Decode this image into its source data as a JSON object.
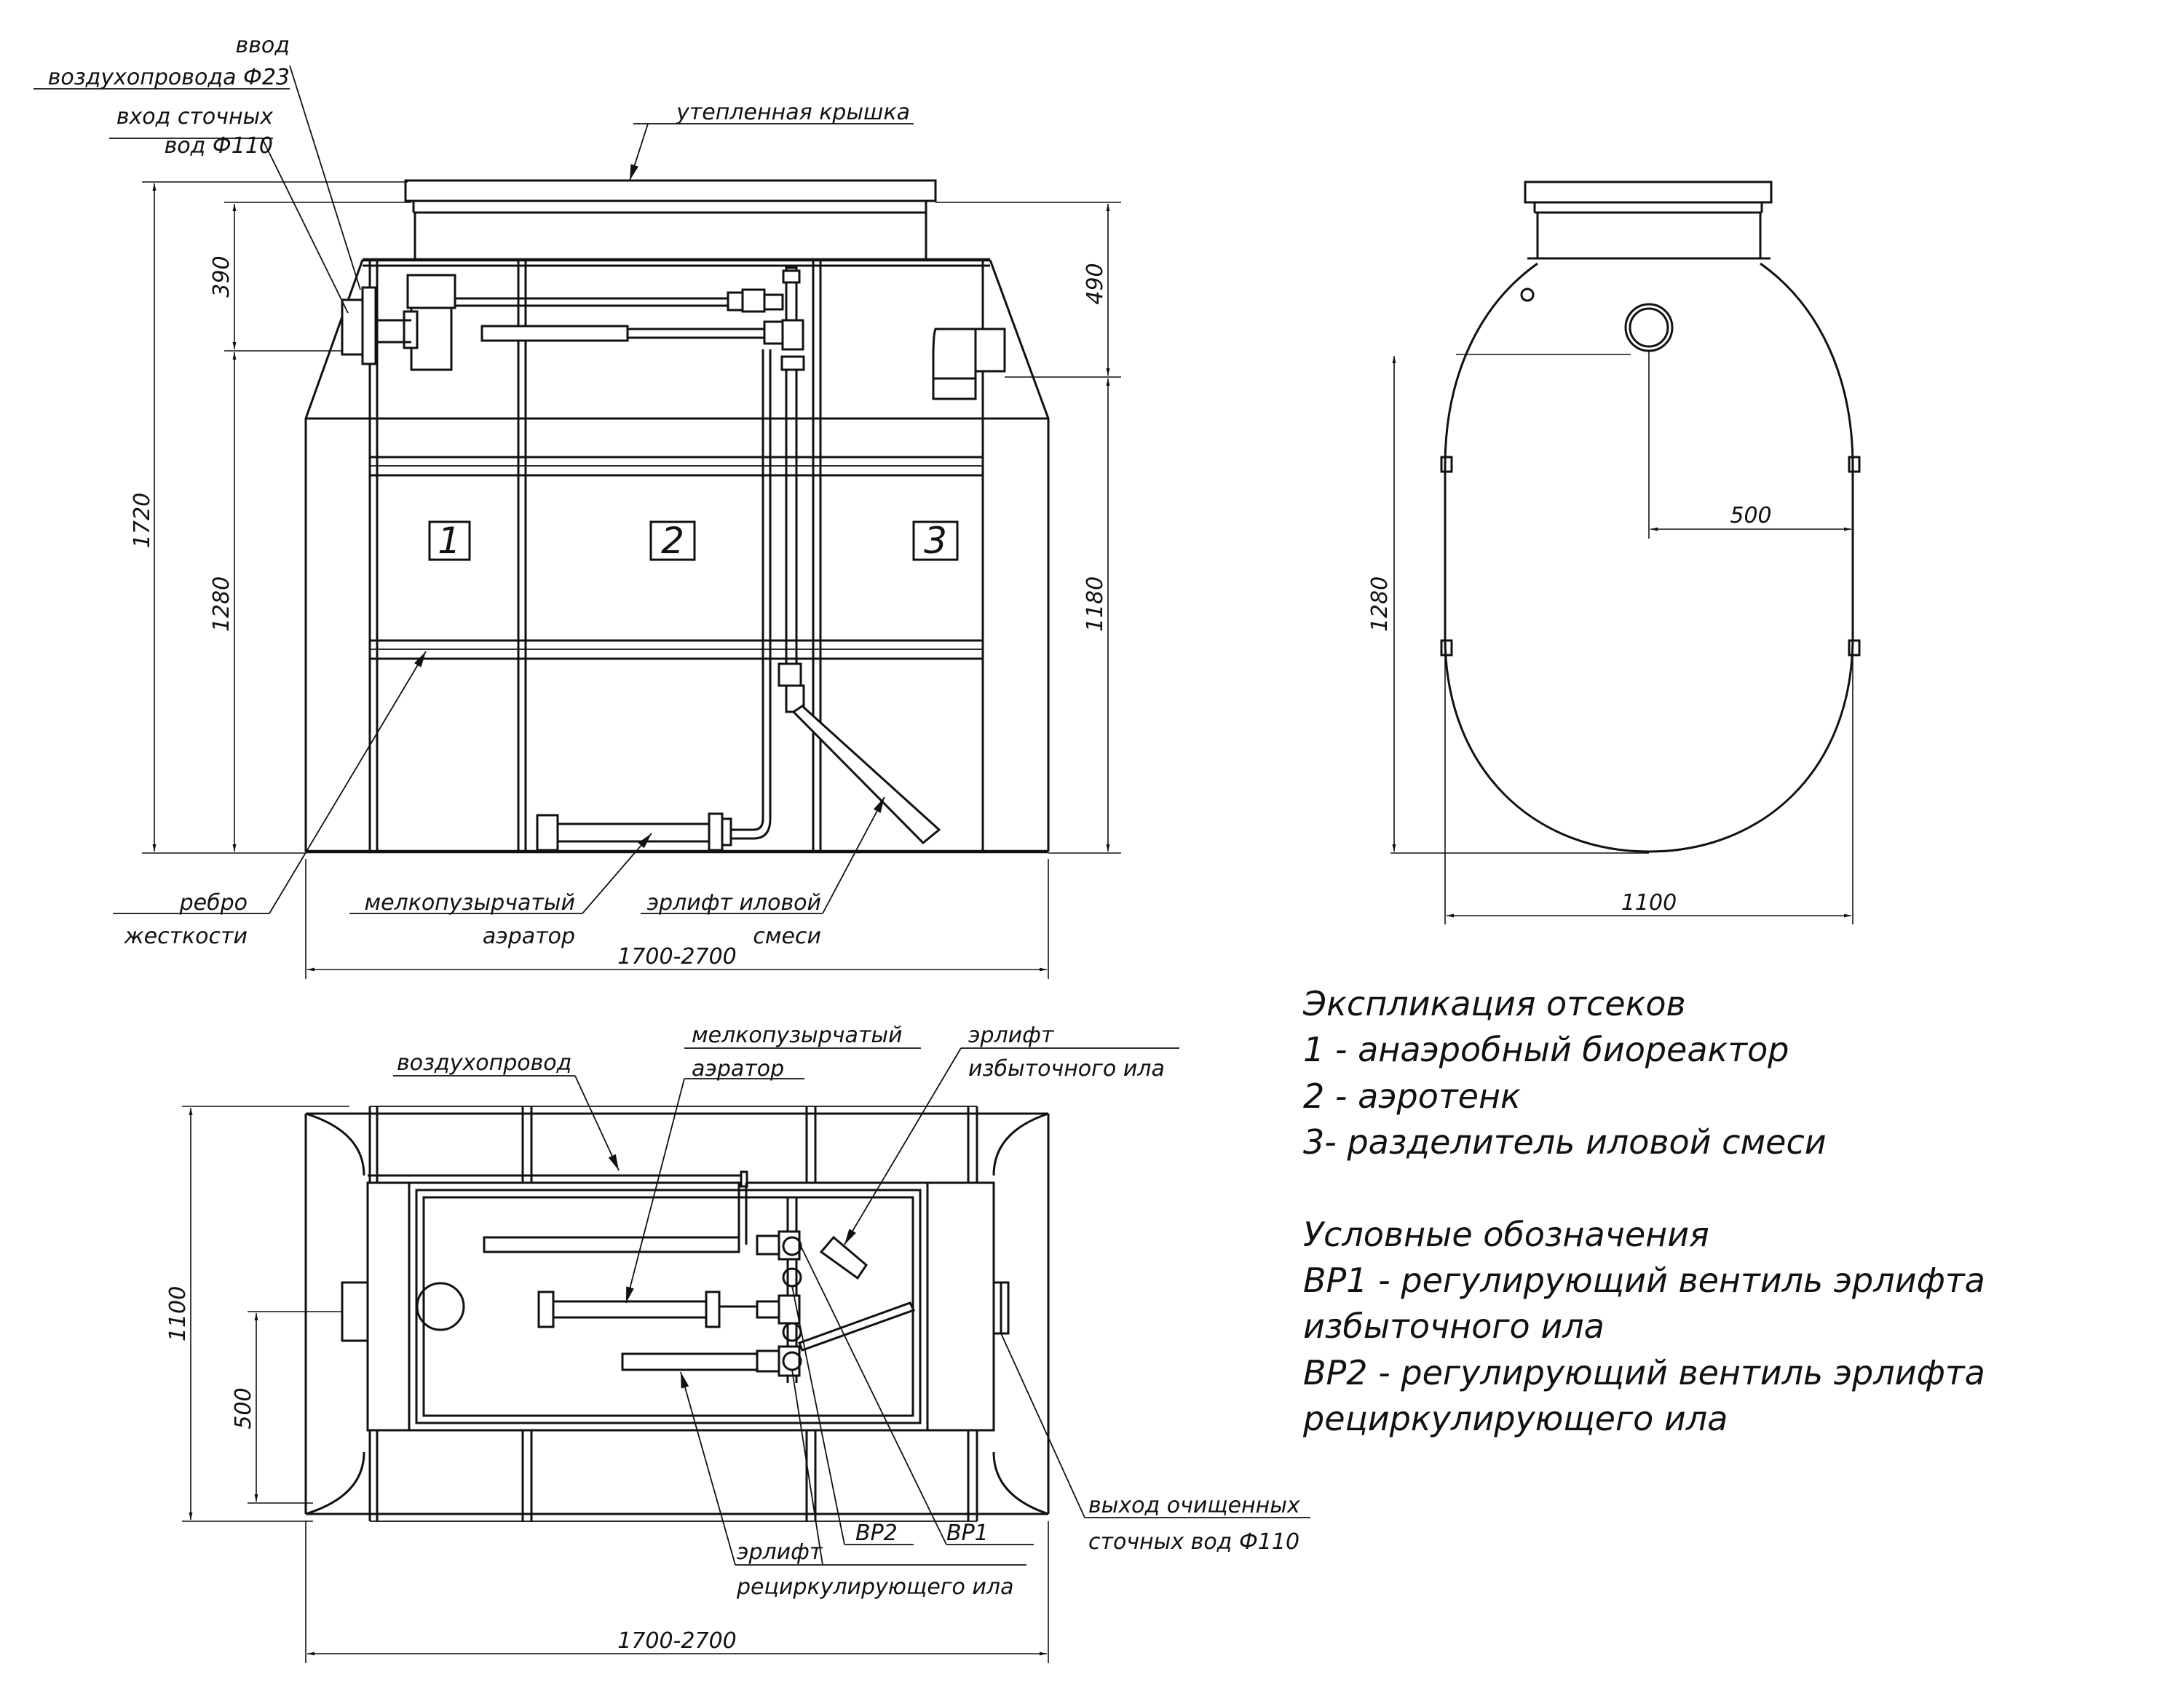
{
  "front_view": {
    "labels": {
      "air_inlet_1": "ввод",
      "air_inlet_2": "воздухопровода Ф23",
      "sewage_inlet_1": "вход сточных",
      "sewage_inlet_2": "вод Ф110",
      "insulated_lid": "утепленная крышка",
      "rib_1": "ребро",
      "rib_2": "жесткости",
      "aerator_1": "мелкопузырчатый",
      "aerator_2": "аэратор",
      "airlift_1": "эрлифт иловой",
      "airlift_2": "смеси"
    },
    "compartments": [
      "1",
      "2",
      "3"
    ],
    "dims": {
      "total_height": "1720",
      "top_height": "390",
      "body_height": "1280",
      "outlet_height": "490",
      "outlet_level": "1180",
      "length": "1700-2700"
    }
  },
  "side_view": {
    "dims": {
      "offset": "500",
      "height": "1280",
      "width": "1100"
    }
  },
  "plan_view": {
    "labels": {
      "air_duct": "воздухопровод",
      "aerator_1": "мелкопузырчатый",
      "aerator_2": "аэратор",
      "excess_airlift_1": "эрлифт",
      "excess_airlift_2": "избыточного ила",
      "outlet_1": "выход очищенных",
      "outlet_2": "сточных вод Ф110",
      "vp2": "ВР2",
      "vp1": "ВР1",
      "recirc_airlift_1": "эрлифт",
      "recirc_airlift_2": "рециркулирующего ила"
    },
    "dims": {
      "width": "1100",
      "offset": "500",
      "length": "1700-2700"
    }
  },
  "legend": {
    "compartments_title": "Экспликация отсеков",
    "compartments": [
      "1 - анаэробный биореактор",
      "2 - аэротенк",
      "3- разделитель иловой смеси"
    ],
    "symbols_title": "Условные обозначения",
    "symbols": [
      "ВР1 - регулирующий вентиль эрлифта",
      "избыточного ила",
      "ВР2 - регулирующий вентиль эрлифта",
      "рециркулирующего ила"
    ]
  }
}
